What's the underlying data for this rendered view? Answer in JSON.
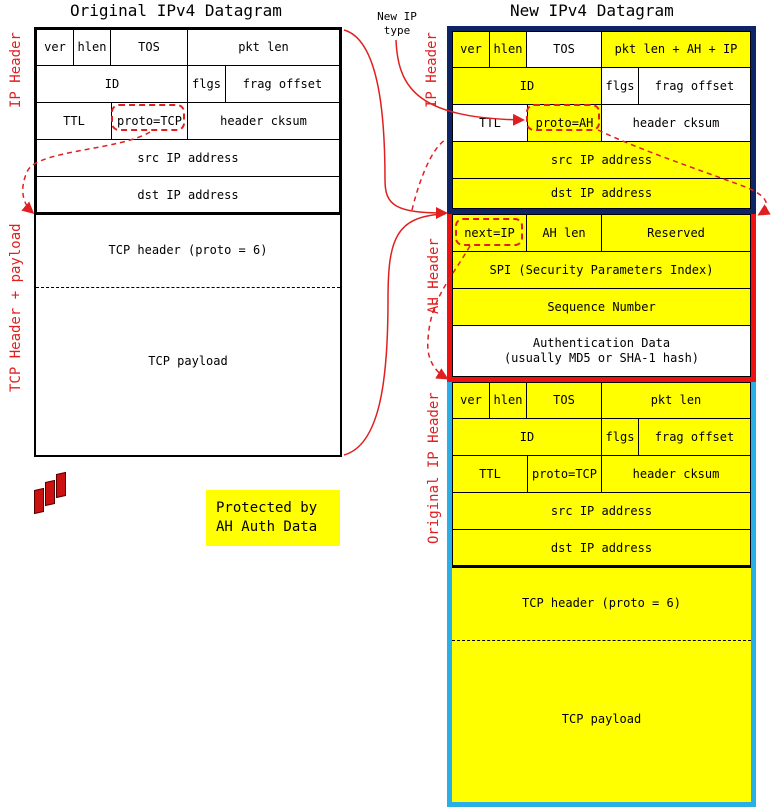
{
  "titles": {
    "original": "Original IPv4 Datagram",
    "new": "New IPv4 Datagram",
    "new_ip_type": [
      "New IP",
      "type"
    ]
  },
  "side_labels": {
    "ip_header": "IP Header",
    "tcp_header_payload": "TCP Header + payload",
    "ah_header": "AH Header",
    "original_ip_header": "Original IP Header"
  },
  "original": {
    "ver": "ver",
    "hlen": "hlen",
    "tos": "TOS",
    "pkt_len": "pkt len",
    "id": "ID",
    "flgs": "flgs",
    "frag_offset": "frag offset",
    "ttl": "TTL",
    "proto": "proto=TCP",
    "header_cksum": "header cksum",
    "src": "src IP address",
    "dst": "dst IP address",
    "tcp_header": "TCP header (proto = 6)",
    "tcp_payload": "TCP payload"
  },
  "new_ip": {
    "ver": "ver",
    "hlen": "hlen",
    "tos": "TOS",
    "pkt_len": "pkt len + AH + IP",
    "id": "ID",
    "flgs": "flgs",
    "frag_offset": "frag offset",
    "ttl": "TTL",
    "proto": "proto=AH",
    "header_cksum": "header cksum",
    "src": "src IP address",
    "dst": "dst IP address"
  },
  "ah": {
    "next": "next=IP",
    "ah_len": "AH len",
    "reserved": "Reserved",
    "spi": "SPI (Security Parameters Index)",
    "seq": "Sequence Number",
    "auth_line1": "Authentication Data",
    "auth_line2": "(usually MD5 or SHA-1 hash)"
  },
  "inner": {
    "ver": "ver",
    "hlen": "hlen",
    "tos": "TOS",
    "pkt_len": "pkt len",
    "id": "ID",
    "flgs": "flgs",
    "frag_offset": "frag offset",
    "ttl": "TTL",
    "proto": "proto=TCP",
    "header_cksum": "header cksum",
    "src": "src IP address",
    "dst": "dst IP address",
    "tcp_header": "TCP header (proto = 6)",
    "tcp_payload": "TCP payload"
  },
  "legend": {
    "line1": "Protected by",
    "line2": "AH Auth Data"
  },
  "colors": {
    "protected": "#ffff00",
    "ip_header_border": "#0d2466",
    "ah_border": "#ee1111",
    "original_border": "#29aee6",
    "accent_red": "#e02020"
  }
}
